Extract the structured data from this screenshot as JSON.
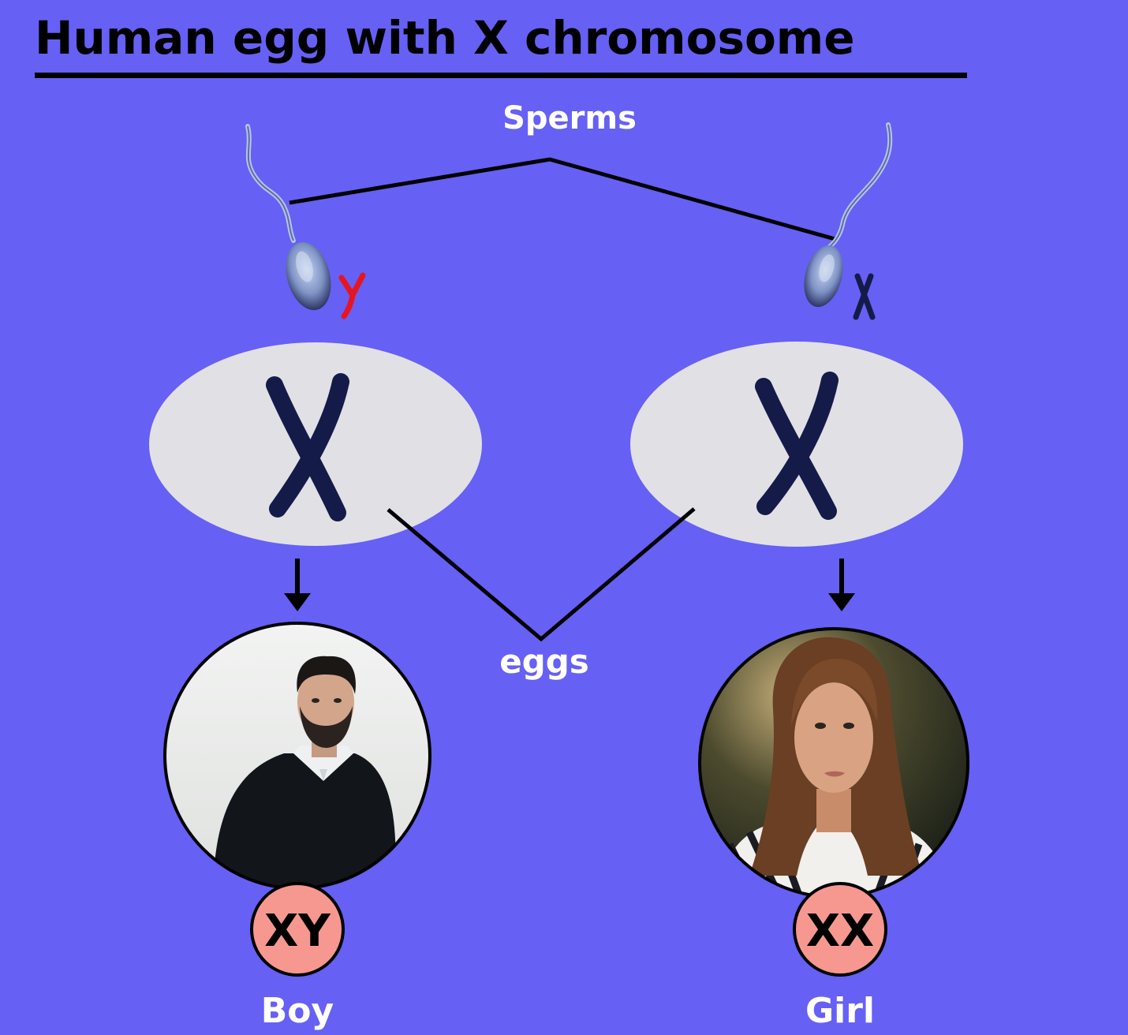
{
  "title": "Human egg with X chromosome",
  "labels": {
    "sperms": "Sperms",
    "eggs": "eggs",
    "sperm_left_chromosome": "Y",
    "sperm_right_chromosome": "X"
  },
  "outcomes": [
    {
      "genotype": "XY",
      "label": "Boy"
    },
    {
      "genotype": "XX",
      "label": "Girl"
    }
  ],
  "colors": {
    "background": "#6660f5",
    "egg": "#e1e0e5",
    "chromosome": "#141b48",
    "y_chromosome": "#e8141e",
    "genotype_badge": "#f79890"
  }
}
